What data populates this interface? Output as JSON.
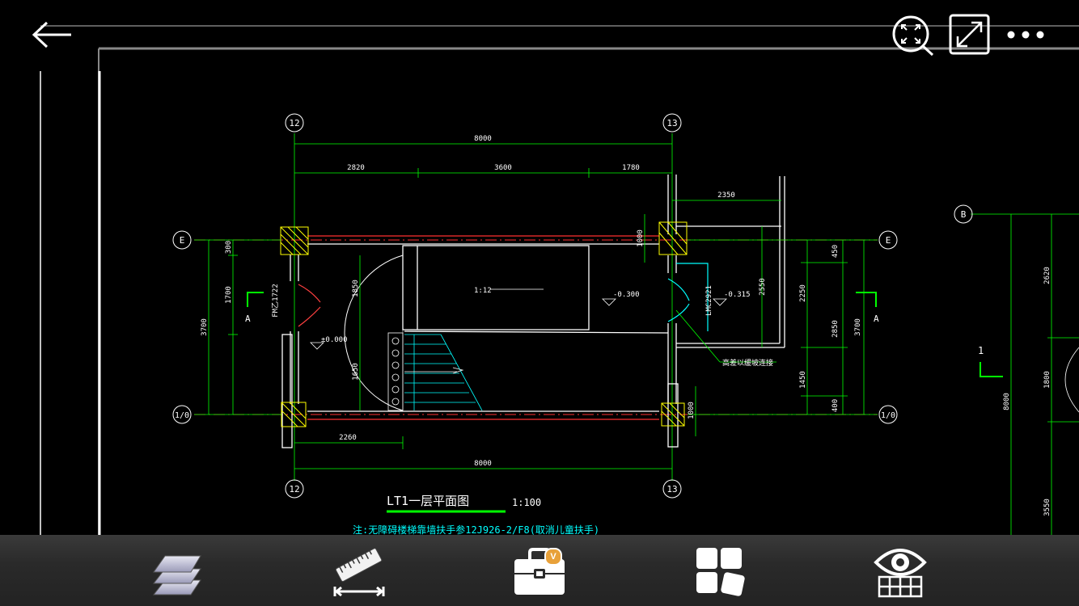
{
  "app": {
    "top_actions": [
      {
        "name": "back-button",
        "icon": "arrow-left-icon"
      },
      {
        "name": "zoom-fit-button",
        "icon": "magnify-fit-icon"
      },
      {
        "name": "fullscreen-button",
        "icon": "expand-arrows-icon"
      },
      {
        "name": "more-button",
        "icon": "ellipsis-icon"
      }
    ],
    "bottom_tools": [
      {
        "name": "layers-tool",
        "icon": "layers-icon"
      },
      {
        "name": "measure-tool",
        "icon": "ruler-icon"
      },
      {
        "name": "toolbox-tool",
        "icon": "briefcase-icon",
        "badge": "V"
      },
      {
        "name": "layout-tool",
        "icon": "grid-tiles-icon"
      },
      {
        "name": "view-mode-tool",
        "icon": "eye-grid-icon"
      }
    ]
  },
  "drawing": {
    "grid_12": "12",
    "grid_13": "13",
    "grid_E": "E",
    "grid_1_0": "1/0",
    "grid_B": "B",
    "dim_top_total": "8000",
    "dim_2820": "2820",
    "dim_3600": "3600",
    "dim_1780": "1780",
    "dim_2350": "2350",
    "dim_300": "300",
    "dim_1700": "1700",
    "dim_3700_left": "3700",
    "dim_1850": "1850",
    "dim_1650": "1650",
    "dim_1000_top": "1000",
    "dim_1000_bottom": "1000",
    "dim_2550": "2550",
    "dim_2250": "2250",
    "dim_1450": "1450",
    "dim_450": "450",
    "dim_2850": "2850",
    "dim_400": "400",
    "dim_3700_right": "3700",
    "dim_2260": "2260",
    "dim_bottom_total": "8000",
    "dim_2620": "2620",
    "dim_1800": "1800",
    "dim_8000_right": "8000",
    "dim_3550": "3550",
    "door_left": "FM乙1722",
    "door_right": "LMC2921",
    "ramp": "1:12",
    "elev_0": "±0.000",
    "elev_300": "-0.300",
    "elev_315": "-0.315",
    "section_A": "A",
    "section_1": "1",
    "note_ramp": "高差以缓坡连接",
    "title": "LT1一层平面图",
    "scale": "1:100",
    "note": "注:无障碍楼梯靠墙扶手参12J926-2/F8(取消儿童扶手)"
  },
  "colors": {
    "background": "#000000",
    "line_green": "#00ff00",
    "wall_white": "#ffffff",
    "axis_red": "#ff3030",
    "cyan": "#00ffff",
    "yellow": "#ffff00",
    "toolbar": "#2b2b2b",
    "badge": "#e8a13a"
  }
}
